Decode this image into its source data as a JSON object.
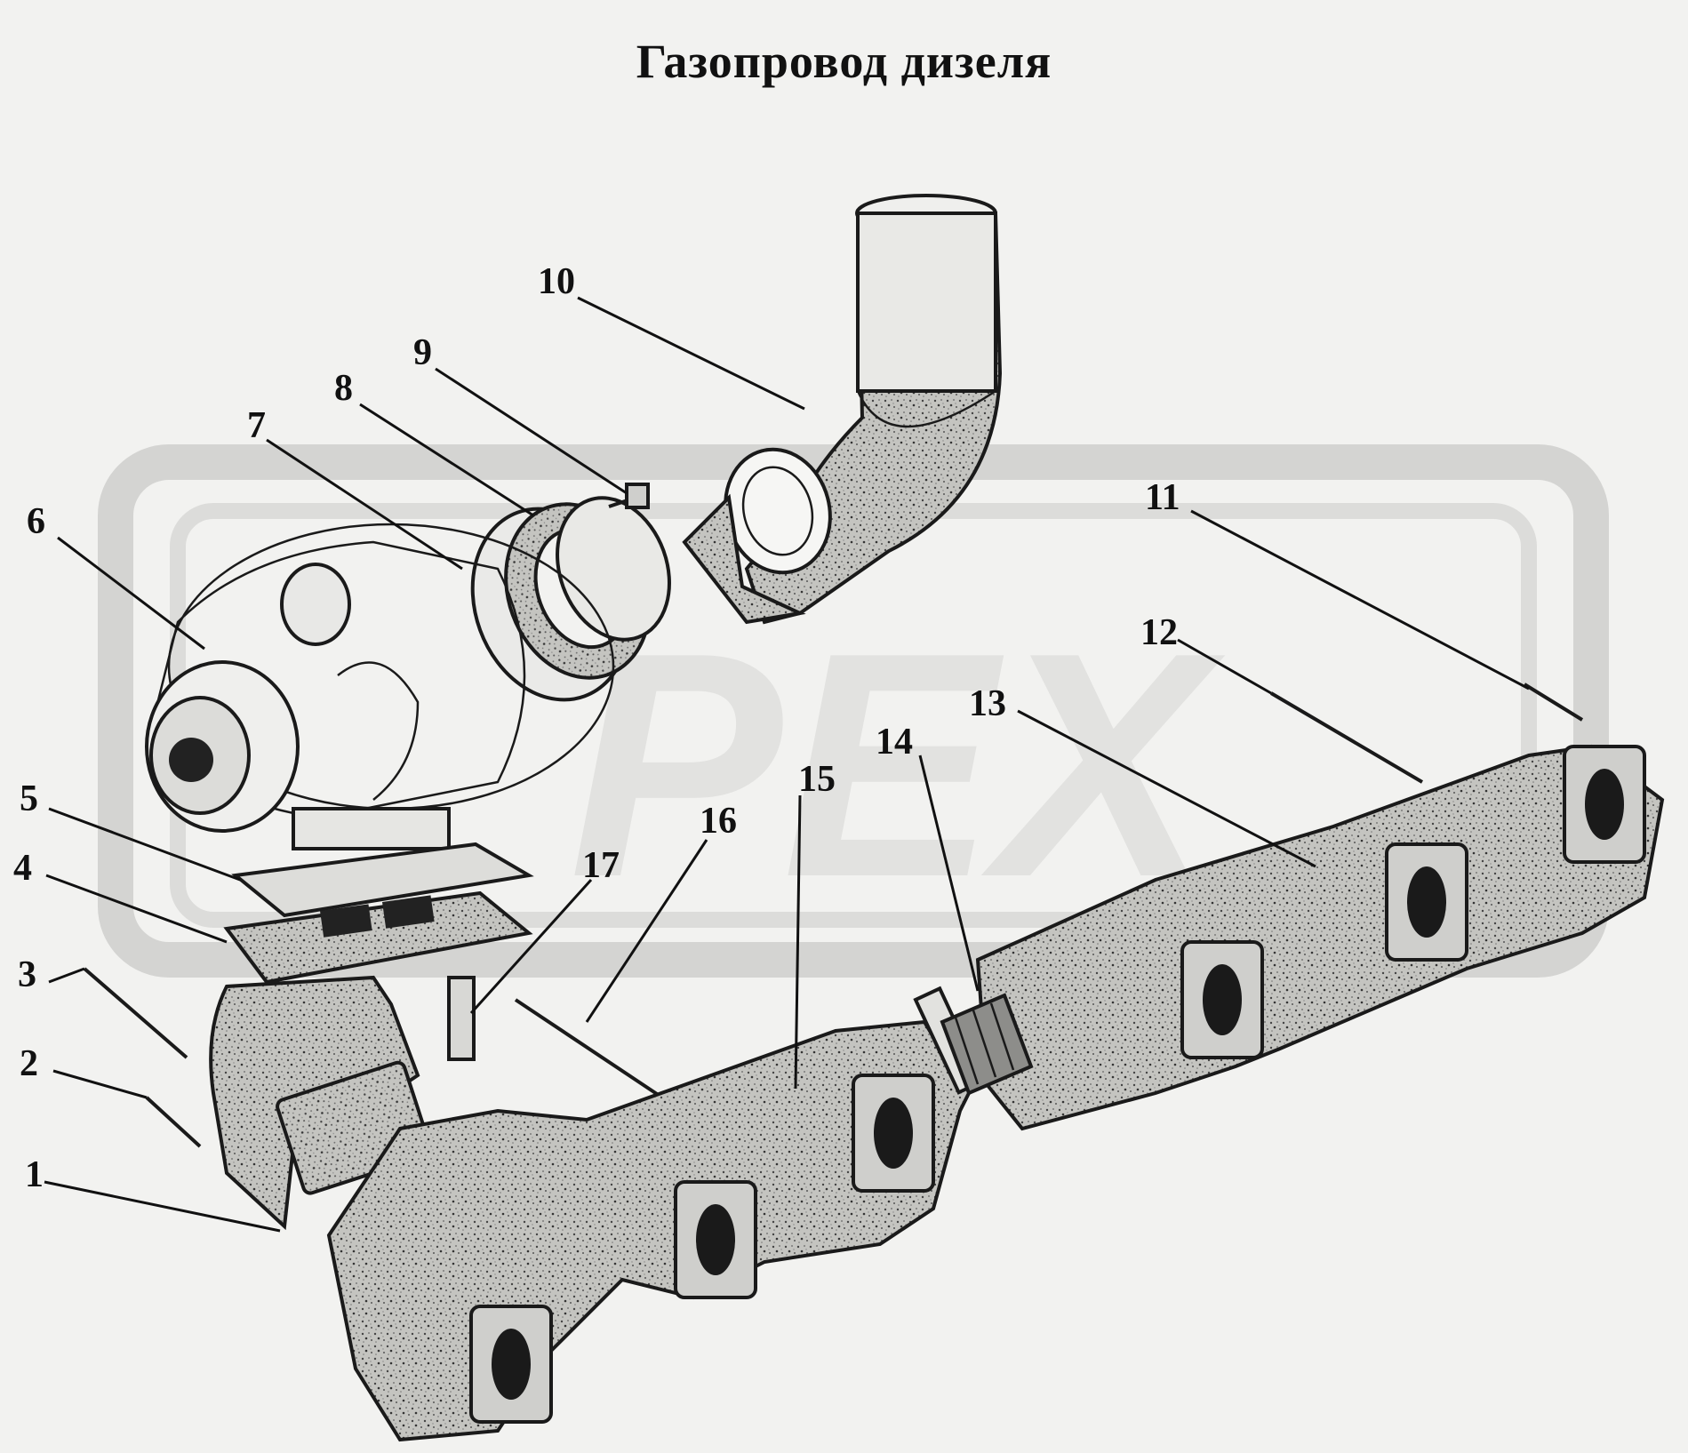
{
  "title": "Газопровод дизеля",
  "watermark": {
    "text": "PEX",
    "color": "#d0d0d0"
  },
  "colors": {
    "background": "#f2f2f0",
    "ink": "#111111",
    "casting": "#b9b9b6"
  },
  "callouts": [
    {
      "id": "c1",
      "label": "1"
    },
    {
      "id": "c2",
      "label": "2"
    },
    {
      "id": "c3",
      "label": "3"
    },
    {
      "id": "c4",
      "label": "4"
    },
    {
      "id": "c5",
      "label": "5"
    },
    {
      "id": "c6",
      "label": "6"
    },
    {
      "id": "c7",
      "label": "7"
    },
    {
      "id": "c8",
      "label": "8"
    },
    {
      "id": "c9",
      "label": "9"
    },
    {
      "id": "c10",
      "label": "10"
    },
    {
      "id": "c11",
      "label": "11"
    },
    {
      "id": "c12",
      "label": "12"
    },
    {
      "id": "c13",
      "label": "13"
    },
    {
      "id": "c14",
      "label": "14"
    },
    {
      "id": "c15",
      "label": "15"
    },
    {
      "id": "c16",
      "label": "16"
    },
    {
      "id": "c17",
      "label": "17"
    }
  ]
}
